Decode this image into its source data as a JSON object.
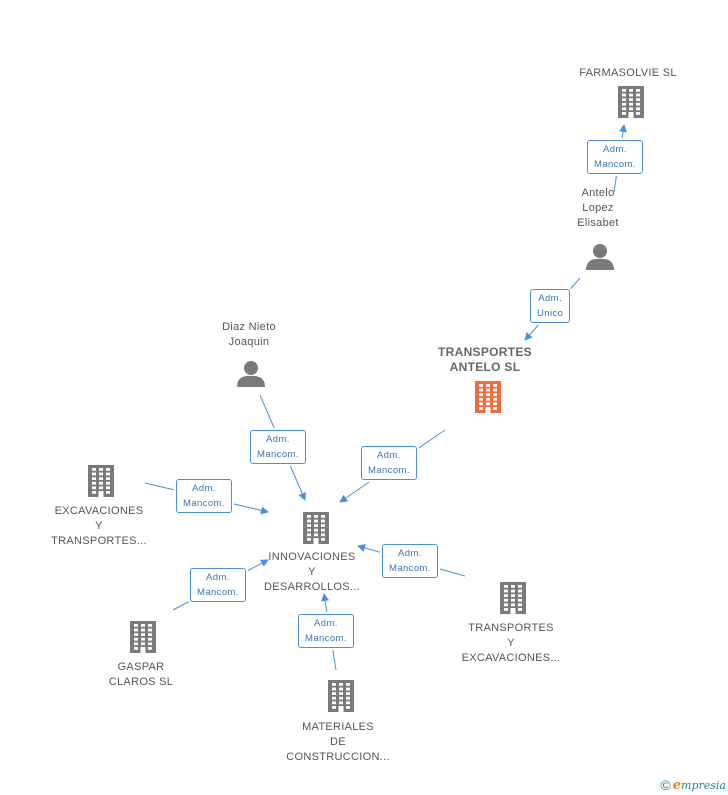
{
  "colors": {
    "edge": "#4a90d9",
    "node": "#7a7a7a",
    "main_node": "#ef6c3c"
  },
  "nodes": [
    {
      "id": "farmasolvie",
      "type": "company",
      "label": [
        "FARMASOLVIE SL"
      ]
    },
    {
      "id": "antelo",
      "type": "person",
      "label": [
        "Antelo",
        "Lopez",
        "Elisabet"
      ]
    },
    {
      "id": "transportes_antelo",
      "type": "company",
      "main": true,
      "label": [
        "TRANSPORTES",
        "ANTELO SL"
      ]
    },
    {
      "id": "diaz",
      "type": "person",
      "label": [
        "Diaz Nieto",
        "Joaquin"
      ]
    },
    {
      "id": "excavaciones",
      "type": "company",
      "label": [
        "EXCAVACIONES",
        "Y",
        "TRANSPORTES..."
      ]
    },
    {
      "id": "innovaciones",
      "type": "company",
      "label": [
        "INNOVACIONES",
        "Y",
        "DESARROLLOS..."
      ]
    },
    {
      "id": "transportes_exc",
      "type": "company",
      "label": [
        "TRANSPORTES",
        "Y",
        "EXCAVACIONES..."
      ]
    },
    {
      "id": "gaspar",
      "type": "company",
      "label": [
        "GASPAR",
        "CLAROS SL"
      ]
    },
    {
      "id": "materiales",
      "type": "company",
      "label": [
        "MATERIALES",
        "DE",
        "CONSTRUCCION..."
      ]
    }
  ],
  "edges": [
    {
      "id": "antelo-farmasolvie",
      "from": "antelo",
      "to": "farmasolvie",
      "label": [
        "Adm.",
        "Mancom."
      ]
    },
    {
      "id": "antelo-transportes",
      "from": "antelo",
      "to": "transportes_antelo",
      "label": [
        "Adm.",
        "Unico"
      ]
    },
    {
      "id": "diaz-innovaciones",
      "from": "diaz",
      "to": "innovaciones",
      "label": [
        "Adm.",
        "Mancom."
      ]
    },
    {
      "id": "transportes-innovaciones",
      "from": "transportes_antelo",
      "to": "innovaciones",
      "label": [
        "Adm.",
        "Mancom."
      ]
    },
    {
      "id": "excavaciones-innovaciones",
      "from": "excavaciones",
      "to": "innovaciones",
      "label": [
        "Adm.",
        "Mancom."
      ]
    },
    {
      "id": "gaspar-innovaciones",
      "from": "gaspar",
      "to": "innovaciones",
      "label": [
        "Adm.",
        "Mancom."
      ]
    },
    {
      "id": "transportesexc-innovaciones",
      "from": "transportes_exc",
      "to": "innovaciones",
      "label": [
        "Adm.",
        "Mancom."
      ]
    },
    {
      "id": "materiales-innovaciones",
      "from": "materiales",
      "to": "innovaciones",
      "label": [
        "Adm.",
        "Mancom."
      ]
    }
  ],
  "footer": {
    "copyright_symbol": "©",
    "brand_initial": "e",
    "brand_rest": "mpresia"
  }
}
